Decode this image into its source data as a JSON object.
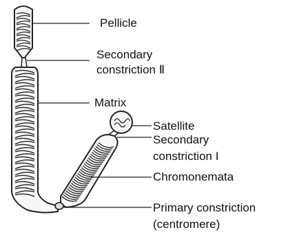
{
  "labels": {
    "pellicle": "Pellicle",
    "secondary_constriction_2_line1": "Secondary",
    "secondary_constriction_2_line2": "constriction Ⅱ",
    "matrix": "Matrix",
    "satellite": "Satellite",
    "secondary_constriction_1_line1": "Secondary",
    "secondary_constriction_1_line2": "constriction I",
    "chromonemata": "Chromonemata",
    "primary_constriction_line1": "Primary constriction",
    "primary_constriction_line2": "(centromere)"
  }
}
